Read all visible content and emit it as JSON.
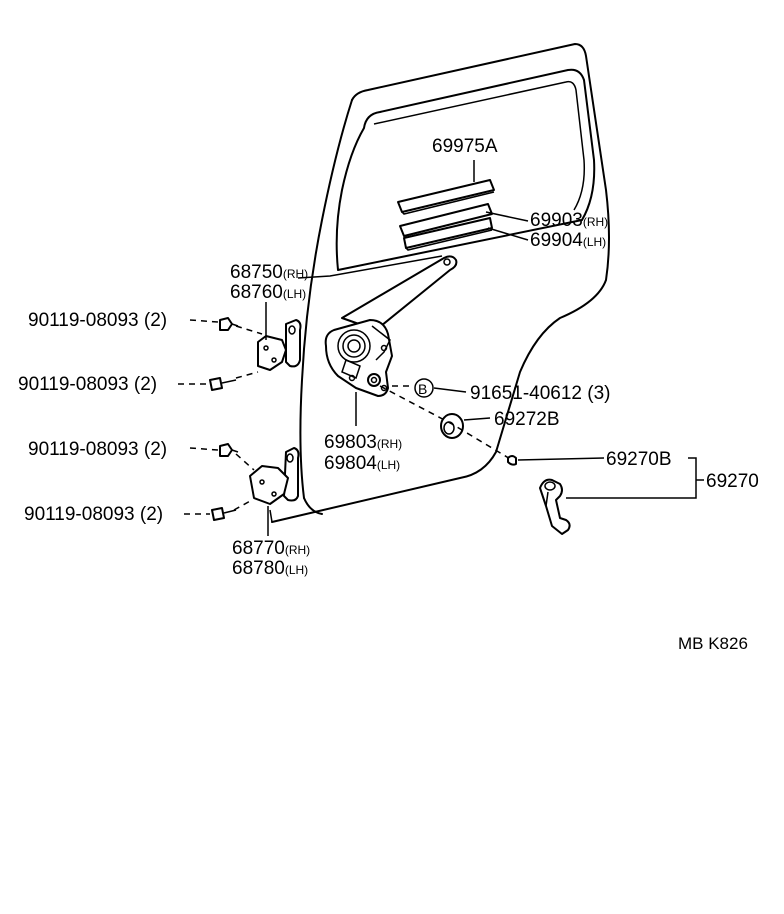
{
  "diagram": {
    "parts": {
      "weatherstrip": "69975A",
      "channel_rh": "69903",
      "channel_lh": "69904",
      "hinge_upper_rh": "68750",
      "hinge_upper_lh": "68760",
      "bolt_1": "90119-08093 (2)",
      "bolt_2": "90119-08093 (2)",
      "bolt_3": "90119-08093 (2)",
      "bolt_4": "90119-08093 (2)",
      "screw": "91651-40612 (3)",
      "screw_ref": "B",
      "regulator_rh": "69803",
      "regulator_lh": "69804",
      "plate": "69272B",
      "knob": "69270B",
      "handle_assy": "69270",
      "hinge_lower_rh": "68770",
      "hinge_lower_lh": "68780"
    },
    "side_rh": "(RH)",
    "side_lh": "(LH)",
    "code": "MB  K826"
  }
}
